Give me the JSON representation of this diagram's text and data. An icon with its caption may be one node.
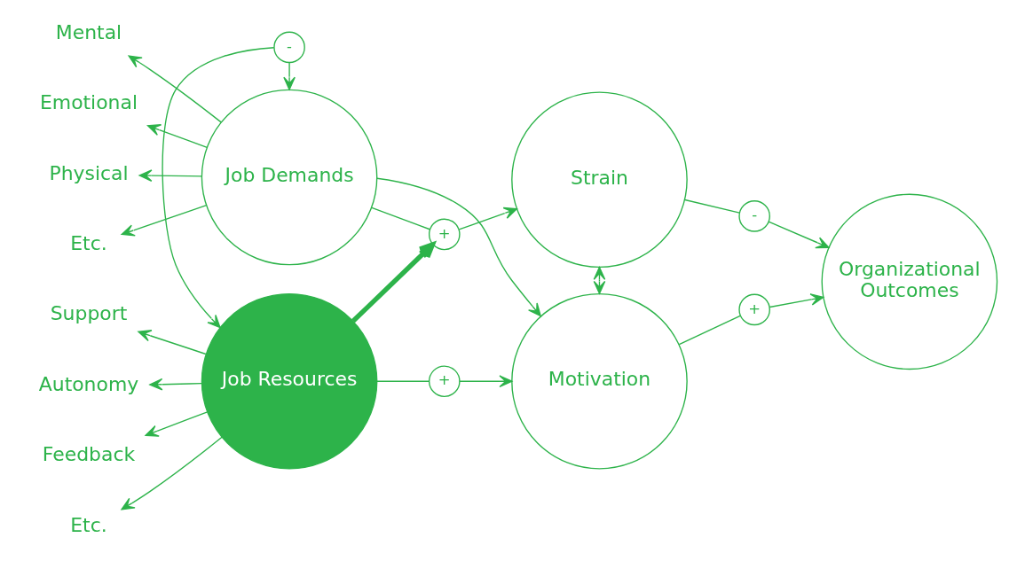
{
  "diagram": {
    "nodes": [
      {
        "text": [
          "Mental"
        ]
      },
      {
        "text": [
          "Emotional"
        ]
      },
      {
        "text": [
          "Physical"
        ]
      },
      {
        "text": [
          "Etc."
        ]
      },
      {
        "text": [
          "Job Demands"
        ]
      },
      {
        "text": [
          "+"
        ]
      },
      {
        "text": [
          "Strain"
        ]
      },
      {
        "text": [
          "-"
        ]
      },
      {
        "text": [
          "-"
        ]
      },
      {
        "text": [
          "Organizational Outcomes"
        ]
      },
      {
        "text": [
          "Support"
        ]
      },
      {
        "text": [
          "Autonomy"
        ]
      },
      {
        "text": [
          "Feedback"
        ]
      },
      {
        "text": [
          "Etc."
        ]
      },
      {
        "text": [
          "Job Resources"
        ]
      },
      {
        "text": [
          "+"
        ]
      },
      {
        "text": [
          "+"
        ]
      },
      {
        "text": [
          "Motivation"
        ]
      }
    ],
    "edges": [
      {
        "from": 4,
        "to": 0,
        "arrow": "to"
      },
      {
        "from": 4,
        "to": 1,
        "arrow": "to"
      },
      {
        "from": 4,
        "to": 2,
        "arrow": "to"
      },
      {
        "from": 4,
        "to": 3,
        "arrow": "to"
      },
      {
        "from": 4,
        "to": 5,
        "arrow": "none"
      },
      {
        "from": 5,
        "to": 6,
        "arrow": "to"
      },
      {
        "from": 14,
        "to": 5,
        "arrow": "to",
        "style": "thick"
      },
      {
        "from": 4,
        "to": 17,
        "arrow": "to"
      },
      {
        "from": 8,
        "to": 4,
        "arrow": "to"
      },
      {
        "from": 8,
        "to": 14,
        "arrow": "to"
      },
      {
        "from": 6,
        "to": 17,
        "arrow": "both"
      },
      {
        "from": 6,
        "to": 7,
        "arrow": "none"
      },
      {
        "from": 7,
        "to": 9,
        "arrow": "to"
      },
      {
        "from": 17,
        "to": 15,
        "arrow": "none"
      },
      {
        "from": 15,
        "to": 9,
        "arrow": "to"
      },
      {
        "from": 14,
        "to": 16,
        "arrow": "none"
      },
      {
        "from": 16,
        "to": 17,
        "arrow": "to"
      },
      {
        "from": 14,
        "to": 10,
        "arrow": "to"
      },
      {
        "from": 14,
        "to": 11,
        "arrow": "to"
      },
      {
        "from": 14,
        "to": 12,
        "arrow": "to"
      },
      {
        "from": 14,
        "to": 13,
        "arrow": "to"
      }
    ]
  }
}
